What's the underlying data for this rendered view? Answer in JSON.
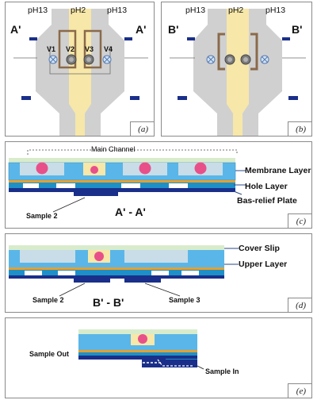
{
  "panels": {
    "a": {
      "tag": "(a)",
      "left_label": "A'",
      "right_label": "A'",
      "channels": [
        "pH13",
        "pH2",
        "pH13"
      ],
      "valves": [
        "V1",
        "V2",
        "V3",
        "V4"
      ]
    },
    "b": {
      "tag": "(b)",
      "left_label": "B'",
      "right_label": "B'",
      "channels": [
        "pH13",
        "pH2",
        "pH13"
      ]
    },
    "c": {
      "tag": "(c)",
      "main_channel": "Main Channel",
      "layers": [
        "Membrane Layer",
        "Hole Layer",
        "Bas-relief Plate"
      ],
      "sample": "Sample 2",
      "section": "A' - A'"
    },
    "d": {
      "tag": "(d)",
      "layers": [
        "Cover Slip",
        "Upper Layer"
      ],
      "samples": [
        "Sample 2",
        "Sample 3"
      ],
      "section": "B' - B'"
    },
    "e": {
      "tag": "(e)",
      "sample_out": "Sample Out",
      "sample_in": "Sample In"
    }
  },
  "colors": {
    "chip_gray": "#d0d0d0",
    "center_yellow": "#f7e7a8",
    "navy": "#1a2f8a",
    "light_blue": "#5ab6e8",
    "cyan": "#22c4e8",
    "orange": "#e4a030",
    "pink": "#e8508a",
    "cover_green": "#d8eccc",
    "valve_brown": "#8a6a4a"
  }
}
